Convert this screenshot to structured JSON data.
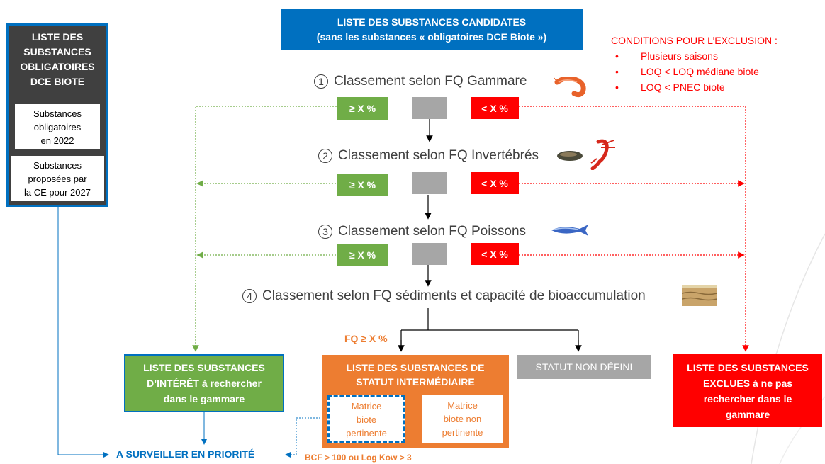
{
  "top_box": {
    "line1": "LISTE DES SUBSTANCES CANDIDATES",
    "line2": "(sans les substances « obligatoires DCE Biote »)"
  },
  "left_panel": {
    "title": [
      "LISTE DES",
      "SUBSTANCES",
      "OBLIGATOIRES",
      "DCE BIOTE"
    ],
    "box1": [
      "Substances",
      "obligatoires",
      "en 2022"
    ],
    "box2": [
      "Substances",
      "proposées par",
      "la CE pour 2027"
    ]
  },
  "conditions": {
    "title": "CONDITIONS POUR L’EXCLUSION :",
    "items": [
      "Plusieurs saisons",
      "LOQ < LOQ médiane biote",
      "LOQ < PNEC biote"
    ]
  },
  "steps": [
    {
      "num": "1",
      "label": "Classement selon FQ Gammare",
      "icon": "shrimp-icon"
    },
    {
      "num": "2",
      "label": "Classement selon FQ Invertébrés",
      "icon": "mussel-crayfish-icon"
    },
    {
      "num": "3",
      "label": "Classement selon FQ Poissons",
      "icon": "fish-icon"
    },
    {
      "num": "4",
      "label": "Classement selon FQ sédiments et capacité de bioaccumulation",
      "icon": "sediment-icon"
    }
  ],
  "badges": {
    "high": "≥ X %",
    "low": "< X %"
  },
  "fq_label": "FQ ≥ X %",
  "interest_box": [
    "LISTE DES SUBSTANCES",
    "D’INTÉRÊT à rechercher",
    "dans le gammare"
  ],
  "intermediate_box": {
    "title": [
      "LISTE DES SUBSTANCES DE",
      "STATUT INTERMÉDIAIRE"
    ],
    "sub1": [
      "Matrice",
      "biote",
      "pertinente"
    ],
    "sub2": [
      "Matrice",
      "biote non",
      "pertinente"
    ]
  },
  "undefined_box": "STATUT NON DÉFINI",
  "excluded_box": [
    "LISTE DES SUBSTANCES",
    "EXCLUES à ne pas",
    "rechercher dans le",
    "gammare"
  ],
  "priority": "A SURVEILLER EN PRIORITÉ",
  "bcf": "BCF > 100 ou Log Kow > 3",
  "colors": {
    "blue": "#0070c0",
    "dark": "#404040",
    "green": "#70ad47",
    "red": "#ff0000",
    "orange": "#ed7d31",
    "gray": "#a6a6a6",
    "text_orange": "#ed7d31"
  }
}
